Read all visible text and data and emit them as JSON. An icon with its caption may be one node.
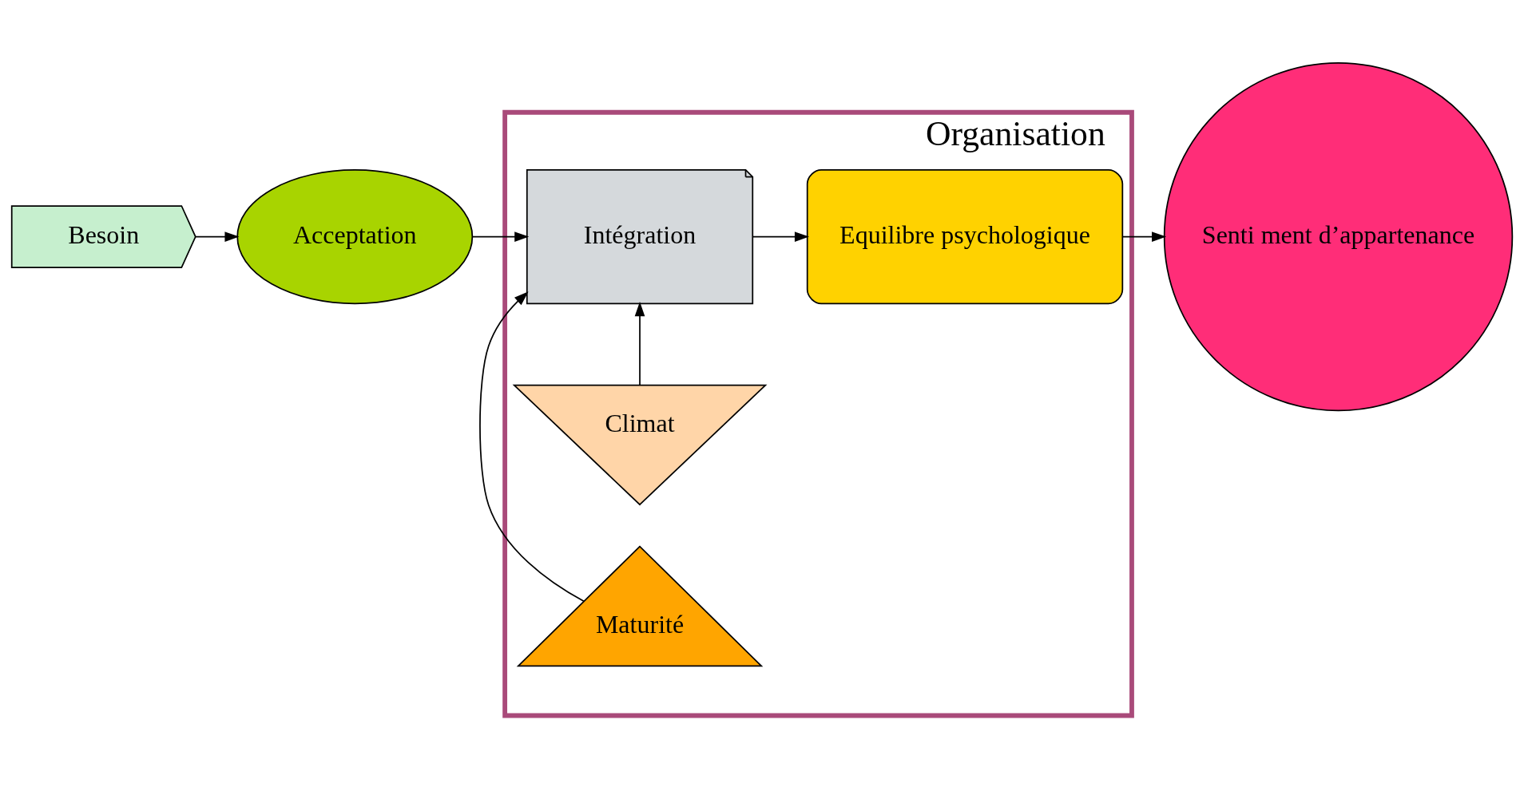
{
  "diagram": {
    "nodes": [
      {
        "text": [
          "Besoin"
        ]
      },
      {
        "text": [
          "Acceptation"
        ]
      },
      {
        "text": [
          "Organisation"
        ]
      },
      {
        "text": [
          "Climat"
        ],
        "in": 2
      },
      {
        "text": [
          "Intégration"
        ],
        "in": 2
      },
      {
        "text": [
          "Equilibre psychologique"
        ],
        "in": 2
      },
      {
        "text": [
          "Senti ment d’appartenance"
        ]
      },
      {
        "text": [
          "Maturité"
        ],
        "in": 2
      }
    ],
    "edges": [
      {
        "from": 0,
        "to": 1,
        "arrow": "to"
      },
      {
        "from": 1,
        "to": 4,
        "arrow": "to"
      },
      {
        "from": 3,
        "to": 4,
        "arrow": "to"
      },
      {
        "from": 7,
        "to": 4,
        "arrow": "to"
      },
      {
        "from": 4,
        "to": 5,
        "arrow": "to"
      },
      {
        "from": 5,
        "to": 6,
        "arrow": "to"
      }
    ]
  }
}
